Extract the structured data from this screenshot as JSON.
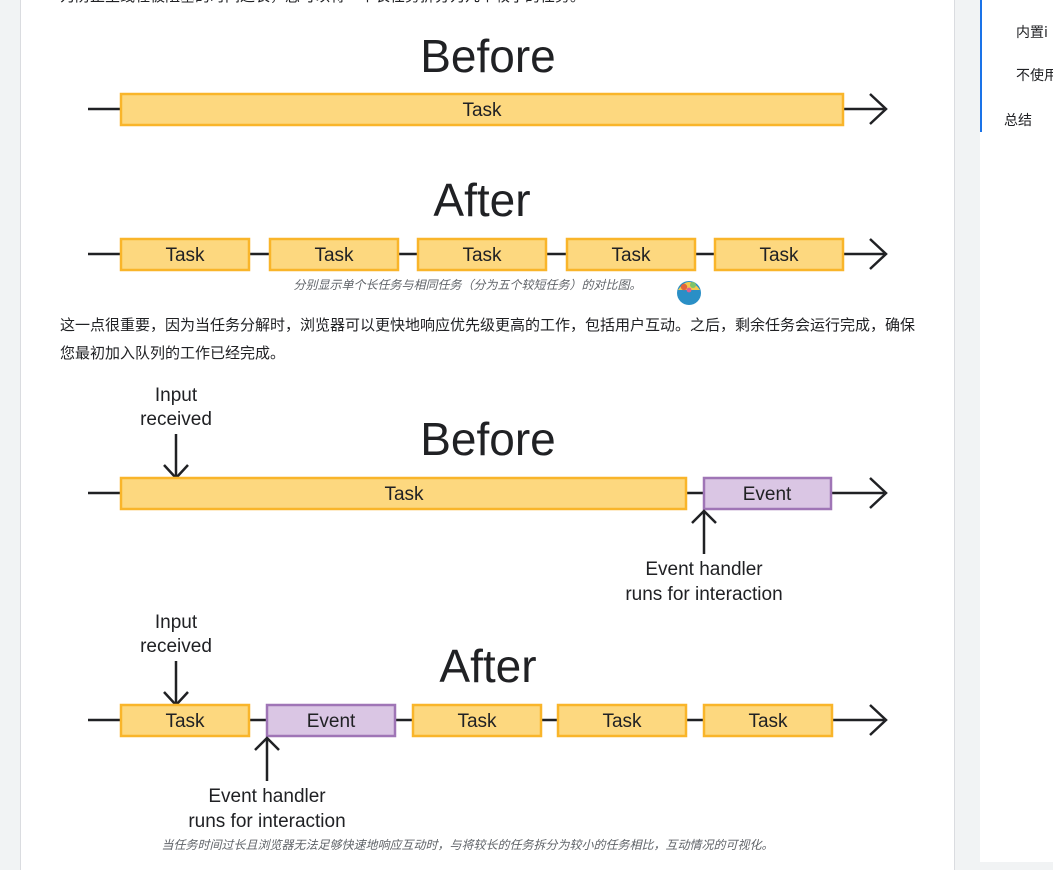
{
  "article": {
    "intro_line": "为防止主线程被阻塞的时间过长，您可以将一个长任务拆分为几个较小的任务。",
    "figure1": {
      "before_title": "Before",
      "after_title": "After",
      "task_label": "Task",
      "task_count_after": 5,
      "caption": "分别显示单个长任务与相同任务（分为五个较短任务）的对比图。"
    },
    "paragraph": "这一点很重要，因为当任务分解时，浏览器可以更快地响应优先级更高的工作，包括用户互动。之后，剩余任务会运行完成，确保您最初加入队列的工作已经完成。",
    "figure2": {
      "before_title": "Before",
      "after_title": "After",
      "task_label": "Task",
      "event_label": "Event",
      "input_line1": "Input",
      "input_line2": "received",
      "handler_line1": "Event handler",
      "handler_line2": "runs for interaction",
      "caption": "当任务时间过长且浏览器无法足够快速地响应互动时，与将较长的任务拆分为较小的任务相比，互动情况的可视化。"
    }
  },
  "toc": {
    "items": [
      "内置i",
      "不使用",
      "总结"
    ]
  },
  "colors": {
    "task_fill": "#fdd87f",
    "task_stroke": "#f9b52a",
    "event_fill": "#dac6e4",
    "event_stroke": "#9f75b6",
    "accent": "#1a73e8"
  },
  "icons": [
    "emoji-badge-icon"
  ]
}
